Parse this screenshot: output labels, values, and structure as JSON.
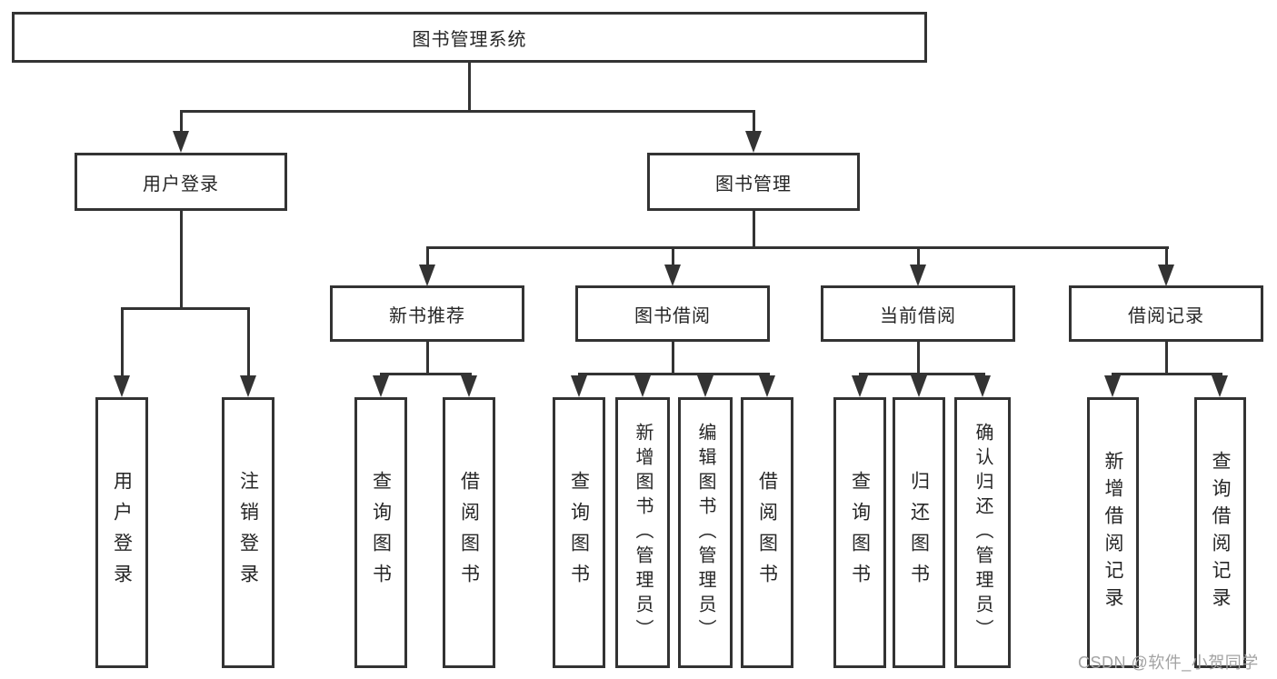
{
  "tree": {
    "label": "图书管理系统",
    "children": [
      {
        "label": "用户登录",
        "children": [
          {
            "label": "用户登录"
          },
          {
            "label": "注销登录"
          }
        ]
      },
      {
        "label": "图书管理",
        "children": [
          {
            "label": "新书推荐",
            "children": [
              {
                "label": "查询图书"
              },
              {
                "label": "借阅图书"
              }
            ]
          },
          {
            "label": "图书借阅",
            "children": [
              {
                "label": "查询图书"
              },
              {
                "label": "新增图书（管理员）"
              },
              {
                "label": "编辑图书（管理员）"
              },
              {
                "label": "借阅图书"
              }
            ]
          },
          {
            "label": "当前借阅",
            "children": [
              {
                "label": "查询图书"
              },
              {
                "label": "归还图书"
              },
              {
                "label": "确认归还（管理员）"
              }
            ]
          },
          {
            "label": "借阅记录",
            "children": [
              {
                "label": "新增借阅记录"
              },
              {
                "label": "查询借阅记录"
              }
            ]
          }
        ]
      }
    ]
  },
  "watermark": {
    "text": "CSDN @软件_小贺同学"
  },
  "colors": {
    "line": "#333333",
    "text": "#262626",
    "watermark": "#a3a3a3",
    "background": "#ffffff"
  }
}
